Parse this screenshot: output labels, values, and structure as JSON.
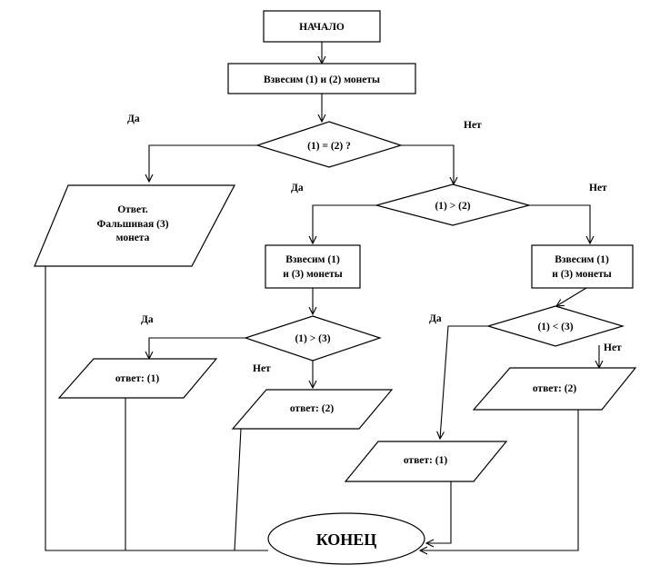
{
  "nodes": {
    "start": "НАЧАЛО",
    "weigh_1_2": "Взвесим (1) и (2) монеты",
    "cond_1_eq_2": "(1) = (2)  ?",
    "answer_3": [
      "Ответ.",
      "Фальшивая  (3)",
      "монета"
    ],
    "cond_1_gt_2": "(1) > (2)",
    "weigh_1_3_left": [
      "Взвесим (1)",
      "и (3)  монеты"
    ],
    "weigh_1_3_right": [
      "Взвесим (1)",
      "и (3)  монеты"
    ],
    "cond_1_gt_3": "(1) > (3)",
    "cond_1_lt_3": "(1)  < (3)",
    "answer_left_1": "ответ:  (1)",
    "answer_left_2": "ответ:  (2)",
    "answer_right_2": "ответ:  (2)",
    "answer_right_1": "ответ:  (1)",
    "end": "КОНЕЦ"
  },
  "edge_labels": {
    "eq_yes": "Да",
    "eq_no": "Нет",
    "gt12_yes": "Да",
    "gt12_no": "Нет",
    "gt13_yes": "Да",
    "gt13_no": "Нет",
    "lt13_yes": "Да",
    "lt13_no": "Нет"
  }
}
